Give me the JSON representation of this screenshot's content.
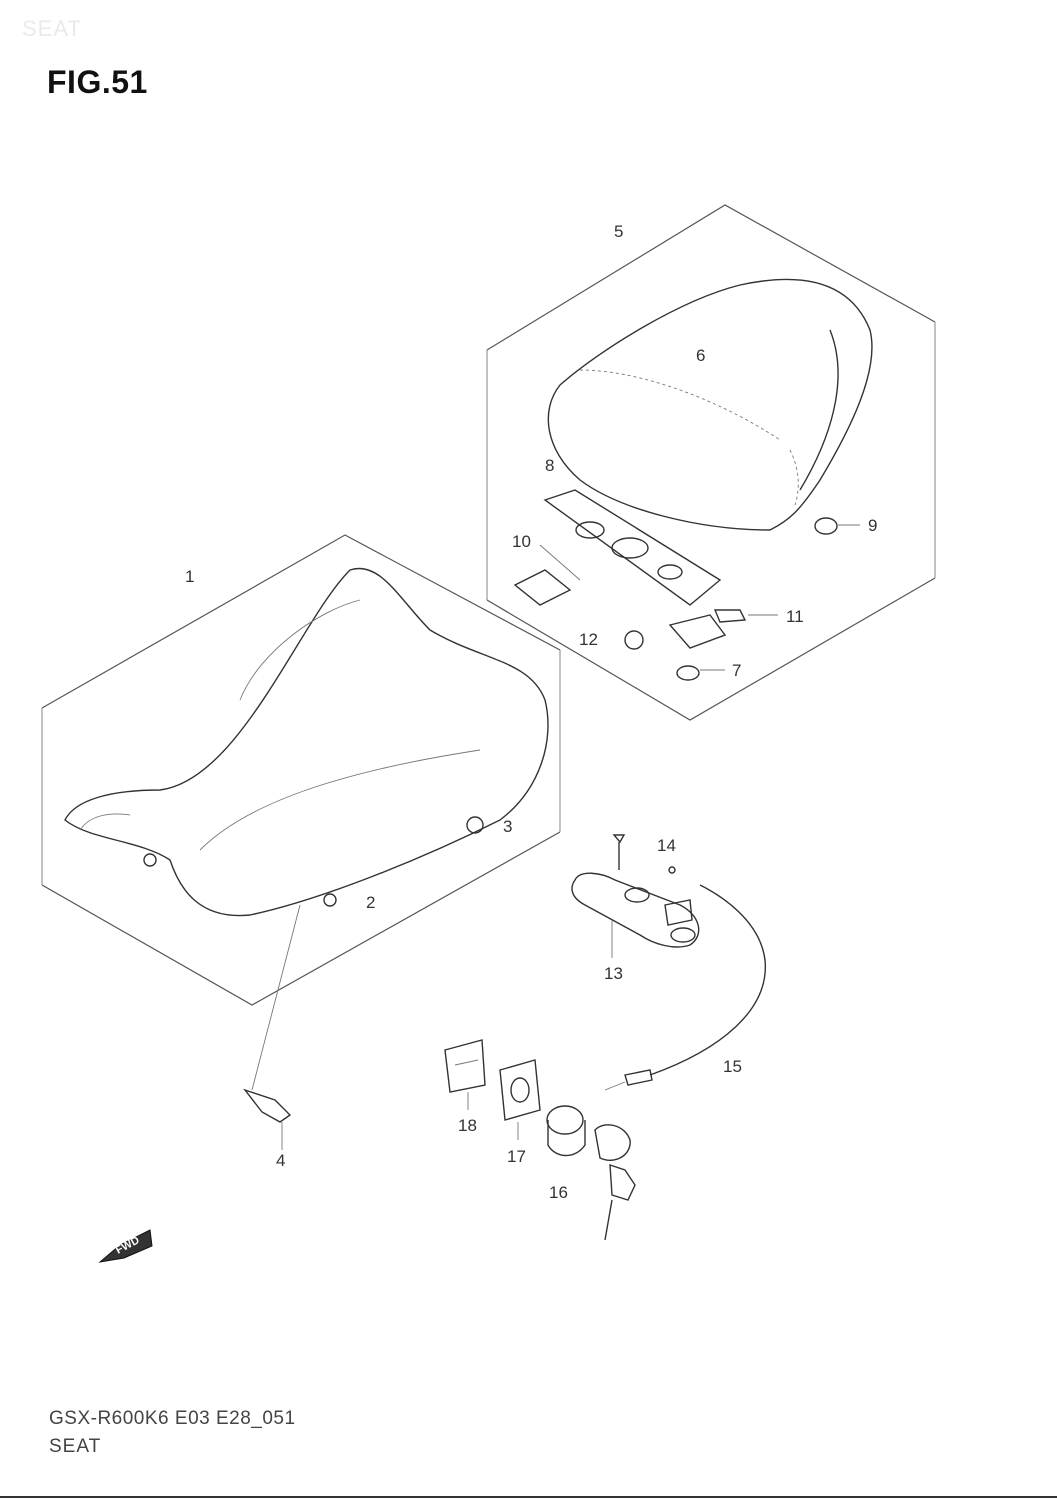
{
  "header": {
    "faint_title": "SEAT",
    "figure_title": "FIG.51"
  },
  "callouts": [
    {
      "id": "1",
      "label": "1"
    },
    {
      "id": "2",
      "label": "2"
    },
    {
      "id": "3",
      "label": "3"
    },
    {
      "id": "4",
      "label": "4"
    },
    {
      "id": "5",
      "label": "5"
    },
    {
      "id": "6",
      "label": "6"
    },
    {
      "id": "7",
      "label": "7"
    },
    {
      "id": "8",
      "label": "8"
    },
    {
      "id": "9",
      "label": "9"
    },
    {
      "id": "10",
      "label": "10"
    },
    {
      "id": "11",
      "label": "11"
    },
    {
      "id": "12",
      "label": "12"
    },
    {
      "id": "13",
      "label": "13"
    },
    {
      "id": "14",
      "label": "14"
    },
    {
      "id": "15",
      "label": "15"
    },
    {
      "id": "16",
      "label": "16"
    },
    {
      "id": "17",
      "label": "17"
    },
    {
      "id": "18",
      "label": "18"
    }
  ],
  "fwd_marker": {
    "label": "FWD"
  },
  "footer": {
    "diagram_code": "GSX-R600K6 E03 E28_051",
    "diagram_name": "SEAT"
  }
}
